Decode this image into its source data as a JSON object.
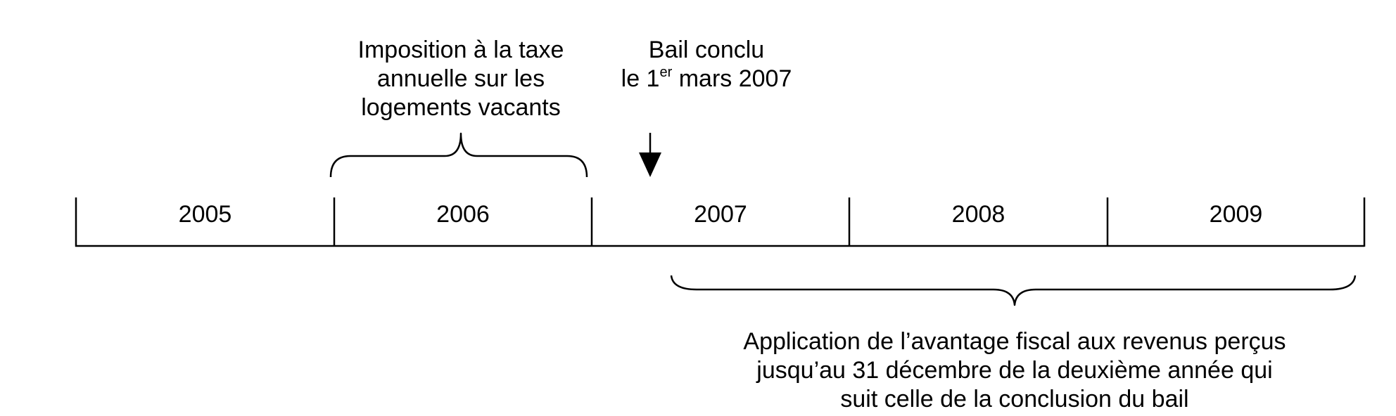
{
  "years": [
    "2005",
    "2006",
    "2007",
    "2008",
    "2009"
  ],
  "annotations": {
    "vacancy_tax": {
      "lines": [
        "Imposition à la taxe",
        "annuelle sur les",
        "logements vacants"
      ]
    },
    "lease": {
      "line1": "Bail conclu",
      "line2_prefix": "le 1",
      "line2_sup": "er",
      "line2_suffix": " mars 2007"
    },
    "tax_benefit": {
      "lines": [
        "Application de l’avantage fiscal aux revenus perçus",
        "jusqu’au 31 décembre de la deuxième année qui",
        "suit celle de la conclusion du bail"
      ]
    }
  },
  "colors": {
    "ink": "#000000",
    "background": "#ffffff"
  }
}
